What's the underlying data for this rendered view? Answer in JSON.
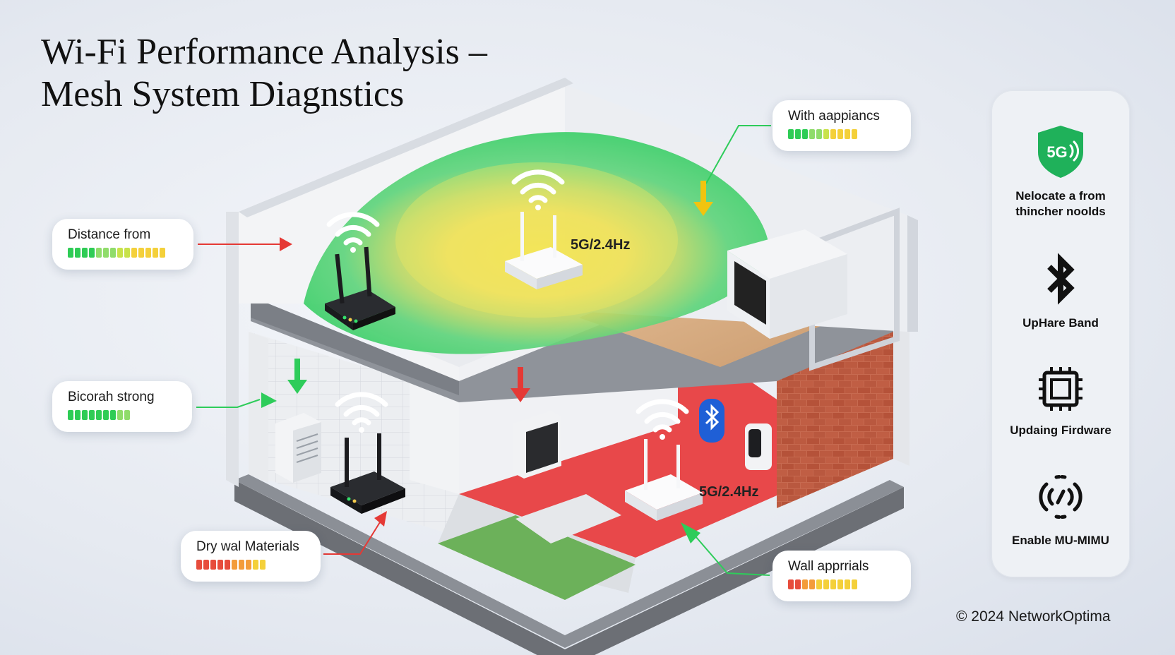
{
  "title": "Wi-Fi Performance Analysis – Mesh System Diagnstics",
  "title_line1": "Wi-Fi Performance Analysis –",
  "title_line2": "Mesh System Diagnstics",
  "callouts": [
    {
      "label": "With aappiancs",
      "meter": [
        "green",
        "green",
        "green",
        "lightgreen",
        "lightgreen",
        "yellowgreen",
        "yellow",
        "yellow",
        "yellow",
        "yellow"
      ]
    },
    {
      "label": "Distance from",
      "meter": [
        "green",
        "green",
        "green",
        "green",
        "lightgreen",
        "lightgreen",
        "lightgreen",
        "yellowgreen",
        "yellowgreen",
        "yellow",
        "yellow",
        "yellow",
        "yellow",
        "yellow"
      ]
    },
    {
      "label": "Bicorah strong",
      "meter": [
        "green",
        "green",
        "green",
        "green",
        "green",
        "green",
        "green",
        "lightgreen",
        "lightgreen"
      ]
    },
    {
      "label": "Dry wal Materials",
      "meter": [
        "red",
        "red",
        "red",
        "red",
        "red",
        "orange",
        "orange",
        "orange",
        "yellow",
        "yellow"
      ]
    },
    {
      "label": "Wall apprrials",
      "meter": [
        "red",
        "red",
        "orange",
        "orange",
        "yellow",
        "yellow",
        "yellow",
        "yellow",
        "yellow",
        "yellow"
      ]
    }
  ],
  "band_labels": [
    "5G/2.4Hz",
    "5G/2.4Hz"
  ],
  "side_panel": {
    "items": [
      {
        "icon": "5g-shield-icon",
        "badge": "5G",
        "text_line1": "Nelocate a from",
        "text_line2": "thincher noolds"
      },
      {
        "icon": "bluetooth-icon",
        "text_line1": "UpHare Band",
        "text_line2": ""
      },
      {
        "icon": "chip-icon",
        "text_line1": "Updaing Firdware",
        "text_line2": ""
      },
      {
        "icon": "mu-mimo-signal-icon",
        "text_line1": "Enable MU-MIMU",
        "text_line2": ""
      }
    ]
  },
  "copyright": "© 2024 NetworkOptima",
  "colors": {
    "signal_green": "#3ecf6a",
    "signal_yellow": "#f2e14a",
    "signal_red": "#e84545",
    "arrow_red": "#e53935",
    "arrow_green": "#2ecc5a",
    "arrow_yellow": "#f1c40f",
    "meter_palette": {
      "green": "#2ecc55",
      "lightgreen": "#8fdc6a",
      "yellowgreen": "#c8e24a",
      "yellow": "#f4d03a",
      "orange": "#f39c3a",
      "red": "#e74c3c"
    }
  }
}
